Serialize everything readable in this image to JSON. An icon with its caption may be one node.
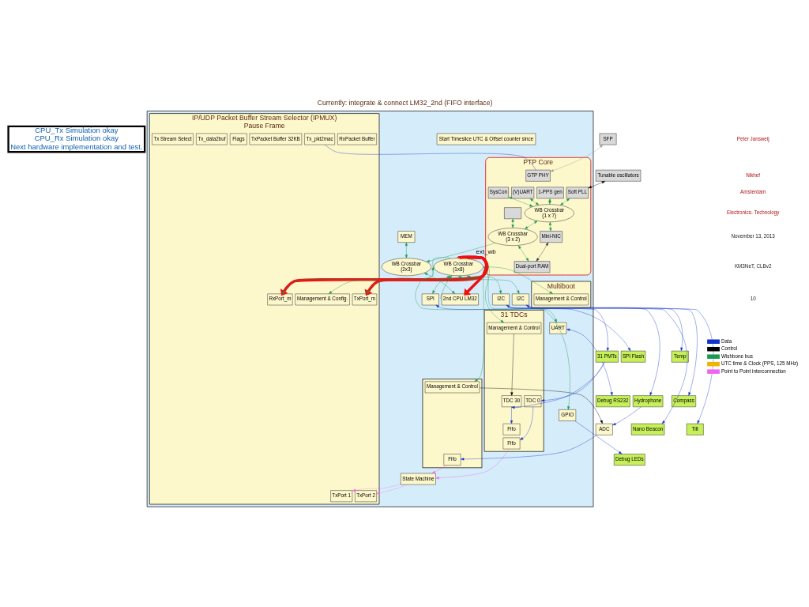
{
  "diagram": {
    "title": "Currently: integrate & connect LM32_2nd (FIFO interface)",
    "nodes": [
      {
        "text": [
          "CPU_Tx Simulation okay",
          "CPU_Rx Simulation okay",
          "Next hardware implementation and test."
        ]
      },
      {
        "text": [],
        "shape": "box"
      },
      {
        "text": [
          "PTP Core"
        ],
        "in": 1
      },
      {
        "text": [
          "SFP"
        ]
      },
      {
        "text": [
          "GTP PHY"
        ],
        "in": 2
      },
      {
        "text": [
          "(V)UART"
        ],
        "in": 2
      },
      {
        "text": [
          "SysCon"
        ],
        "in": 2
      },
      {
        "text": [
          "Soft PLL"
        ],
        "in": 2
      },
      {
        "text": [
          "1-PPS gen"
        ],
        "in": 2
      },
      {
        "text": [],
        "shape": "box",
        "in": 2
      },
      {
        "text": [
          "WB Crossbar",
          "(1 x 7)"
        ],
        "in": 2
      },
      {
        "text": [
          "WB Crossbar",
          "(3 x 2)"
        ],
        "in": 2
      },
      {
        "text": [
          "Mini-NIC"
        ],
        "in": 2
      },
      {
        "text": [
          "Dual-port RAM"
        ],
        "in": 2
      },
      {
        "text": [
          "Tunable oscillators"
        ]
      },
      {
        "text": [
          "Start Timeslice UTC & Offset counter since"
        ],
        "in": 1
      },
      {
        "text": [
          "IP/UDP Packet Buffer Stream Selector (IPMUX)",
          "Pause Frame"
        ],
        "in": 1
      },
      {
        "text": [
          "RxPacket Buffer"
        ],
        "in": 16
      },
      {
        "text": [
          "RxPort_m"
        ],
        "in": 16
      },
      {
        "text": [
          "Management & Config."
        ],
        "in": 16
      },
      {
        "text": [
          "Tx_pkt2mac"
        ],
        "in": 16
      },
      {
        "text": [
          "TxPacket Buffer 32KB"
        ],
        "in": 16
      },
      {
        "text": [
          "Flags"
        ],
        "in": 16
      },
      {
        "text": [
          "Tx_data2buf"
        ],
        "in": 16
      },
      {
        "text": [
          "Tx Stream Select"
        ],
        "in": 16
      },
      {
        "text": [
          "TxPort 1"
        ],
        "in": 16
      },
      {
        "text": [
          "TxPort 2"
        ],
        "in": 16
      },
      {
        "text": [
          "TxPort_m"
        ],
        "in": 16
      },
      {
        "text": [
          "State Machine"
        ],
        "in": 1
      },
      {
        "text": [
          "31 TDCs"
        ],
        "in": 1
      },
      {
        "text": [
          "Fifo"
        ],
        "in": 29
      },
      {
        "text": [
          "TDC 0"
        ],
        "in": 29
      },
      {
        "text": [
          "Fifo"
        ],
        "in": 29
      },
      {
        "text": [
          "TDC 30"
        ],
        "in": 29
      },
      {
        "text": [
          "Management & Control"
        ],
        "in": 29
      },
      {
        "text": [],
        "shape": "box",
        "in": 1
      },
      {
        "text": [
          "Fifo"
        ],
        "in": 35
      },
      {
        "text": [
          "Management & Control"
        ],
        "in": 35
      },
      {
        "text": [
          "Multiboot"
        ],
        "in": 1
      },
      {
        "text": [
          "Management & Control"
        ],
        "in": 38
      },
      {
        "text": [
          "WB Crossbar",
          "(1x8)"
        ],
        "in": 1
      },
      {
        "text": [
          "SPI"
        ],
        "in": 1
      },
      {
        "text": [
          "UART"
        ],
        "in": 1
      },
      {
        "text": [
          "I2C"
        ],
        "in": 1
      },
      {
        "text": [
          "I2C"
        ],
        "in": 1
      },
      {
        "text": [
          "GPIO"
        ],
        "in": 1
      },
      {
        "text": [
          "MEM"
        ],
        "in": 1
      },
      {
        "text": [
          "WB Crossbar",
          "(2x3)"
        ],
        "in": 1
      },
      {
        "text": [
          "2nd CPU LM32"
        ],
        "in": 1
      },
      {
        "text": [
          "31 PMTs"
        ]
      },
      {
        "text": [
          "Hydrophone"
        ]
      },
      {
        "text": [
          "ADC"
        ]
      },
      {
        "text": [
          "Nano Beacon"
        ]
      },
      {
        "text": [
          "Debug LEDs"
        ]
      },
      {
        "text": [
          "SPI Flash"
        ]
      },
      {
        "text": [
          "Debug RS232"
        ]
      },
      {
        "text": [
          "Temp"
        ]
      },
      {
        "text": [
          "Compass"
        ]
      },
      {
        "text": [
          "Tilt"
        ]
      }
    ],
    "edges": [
      {
        "from": 3,
        "to": 4,
        "arrow": "both",
        "color": "#999999"
      },
      {
        "from": 5,
        "to": 10,
        "arrow": "both"
      },
      {
        "from": 6,
        "to": 10,
        "arrow": "both"
      },
      {
        "from": 7,
        "to": 10,
        "arrow": "both"
      },
      {
        "from": 8,
        "to": 10,
        "arrow": "both"
      },
      {
        "from": 10,
        "to": 12,
        "arrow": "both"
      },
      {
        "from": 10,
        "to": 11,
        "arrow": "both"
      },
      {
        "from": 9,
        "to": 11,
        "arrow": "both"
      },
      {
        "from": 11,
        "to": 13,
        "arrow": "both"
      },
      {
        "from": 12,
        "to": 13,
        "arrow": "both",
        "color": "#333333"
      },
      {
        "from": 14,
        "to": 7,
        "arrow": "both",
        "color": "#000000"
      },
      {
        "from": 11,
        "to": 47,
        "arrow": "to",
        "label": "ext_wb"
      },
      {
        "from": 46,
        "to": 47,
        "arrow": "both"
      },
      {
        "from": 47,
        "to": 48,
        "arrow": "both"
      },
      {
        "from": 48,
        "to": 40,
        "arrow": "to"
      },
      {
        "from": 40,
        "to": 48,
        "arrow": "to",
        "style": "thick",
        "color": "#ee1111"
      },
      {
        "from": 40,
        "to": 18,
        "arrow": "to",
        "style": "thick",
        "color": "#ee1111"
      },
      {
        "from": 40,
        "to": 27,
        "arrow": "to",
        "style": "thick",
        "color": "#ee1111"
      },
      {
        "from": 40,
        "to": 18,
        "arrow": "to"
      },
      {
        "from": 40,
        "to": 19,
        "arrow": "to"
      },
      {
        "from": 40,
        "to": 27,
        "arrow": "to"
      },
      {
        "from": 40,
        "to": 34,
        "arrow": "to"
      },
      {
        "from": 40,
        "to": 37,
        "arrow": "to"
      },
      {
        "from": 40,
        "to": 39,
        "arrow": "to"
      },
      {
        "from": 40,
        "to": 41,
        "arrow": "both"
      },
      {
        "from": 40,
        "to": 42,
        "arrow": "both"
      },
      {
        "from": 40,
        "to": 43,
        "arrow": "both"
      },
      {
        "from": 40,
        "to": 44,
        "arrow": "both"
      },
      {
        "from": 40,
        "to": 45,
        "arrow": "both"
      },
      {
        "from": 28,
        "to": 25,
        "arrow": "to",
        "style": "dashed",
        "color": "#ee66ee"
      },
      {
        "from": 28,
        "to": 26,
        "arrow": "to",
        "style": "dashed",
        "color": "#ee66ee"
      },
      {
        "from": 30,
        "to": 28,
        "arrow": "to",
        "color": "#ee66ee"
      },
      {
        "from": 36,
        "to": 28,
        "arrow": "to",
        "color": "#ee66ee"
      },
      {
        "from": 49,
        "to": 31,
        "arrow": "to",
        "color": "#1133cc"
      },
      {
        "from": 49,
        "to": 33,
        "arrow": "to",
        "color": "#1133cc"
      },
      {
        "from": 31,
        "to": 30,
        "arrow": "to",
        "color": "#1133cc"
      },
      {
        "from": 33,
        "to": 32,
        "arrow": "to",
        "color": "#1133cc"
      },
      {
        "from": 34,
        "to": 33,
        "arrow": "to",
        "color": "#000000"
      },
      {
        "from": 50,
        "to": 51,
        "arrow": "to",
        "color": "#1133cc"
      },
      {
        "from": 51,
        "to": 36,
        "arrow": "to",
        "color": "#1133cc"
      },
      {
        "from": 37,
        "to": 51,
        "arrow": "to",
        "color": "#000000"
      },
      {
        "from": 45,
        "to": 53,
        "arrow": "to",
        "color": "#1133cc"
      },
      {
        "from": 44,
        "to": 49,
        "arrow": "both",
        "color": "#1133cc"
      },
      {
        "from": 44,
        "to": 50,
        "arrow": "to",
        "color": "#1133cc"
      },
      {
        "from": 44,
        "to": 52,
        "arrow": "to",
        "color": "#1133cc"
      },
      {
        "from": 41,
        "to": 54,
        "arrow": "both",
        "color": "#1133cc"
      },
      {
        "from": 42,
        "to": 55,
        "arrow": "both",
        "color": "#1133cc"
      },
      {
        "from": 43,
        "to": 56,
        "arrow": "both",
        "color": "#1133cc"
      },
      {
        "from": 43,
        "to": 57,
        "arrow": "to",
        "color": "#1133cc"
      },
      {
        "from": 43,
        "to": 58,
        "arrow": "to",
        "color": "#1133cc"
      },
      {
        "from": 20,
        "to": 4,
        "arrow": "none",
        "color": "#1133cc"
      }
    ],
    "labels": [
      "Peter Jansweij",
      "Nikhef",
      "Amsterdam",
      "Electronics- Technology",
      "November 13, 2013",
      "KM3NeT, CLBv2",
      "10"
    ],
    "legend": [
      {
        "text": "Data",
        "color": "#1133cc"
      },
      {
        "text": "Control",
        "color": "#000000"
      },
      {
        "text": "Wishbone bus",
        "color": "#1a9950"
      },
      {
        "text": "UTC time & Clock (PPS, 125 MHz)",
        "color": "#f0b400"
      },
      {
        "text": "Point to Point interconnection",
        "color": "#ee66ee"
      }
    ]
  }
}
